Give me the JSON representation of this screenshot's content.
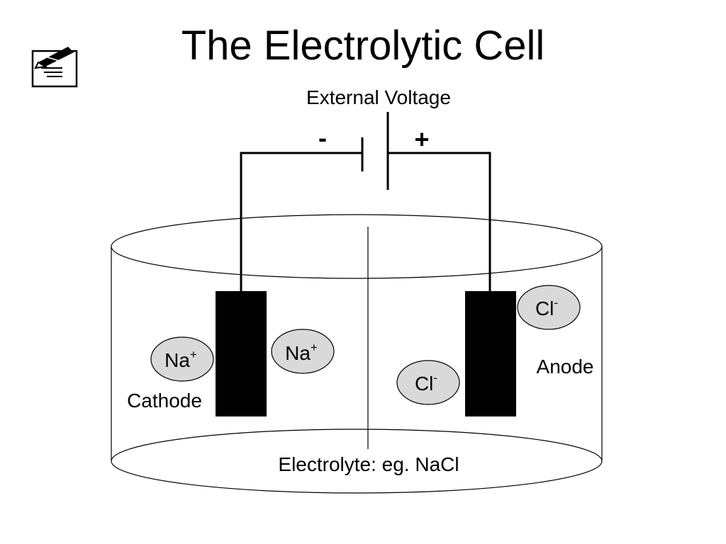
{
  "slide": {
    "title": "The Electrolytic Cell"
  },
  "icons": {
    "note": "pen-and-paper-icon"
  },
  "diagram": {
    "voltage_label": "External Voltage",
    "negative_sign": "-",
    "positive_sign": "+",
    "cathode_label": "Cathode",
    "anode_label": "Anode",
    "electrolyte_label": "Electrolyte: eg. NaCl",
    "ion_na": {
      "symbol": "Na",
      "charge": "+"
    },
    "ion_cl": {
      "symbol": "Cl",
      "charge": "-"
    },
    "colors": {
      "ion_fill": "#d9d9d9",
      "electrode_fill": "#000000",
      "outline": "#000000"
    }
  }
}
